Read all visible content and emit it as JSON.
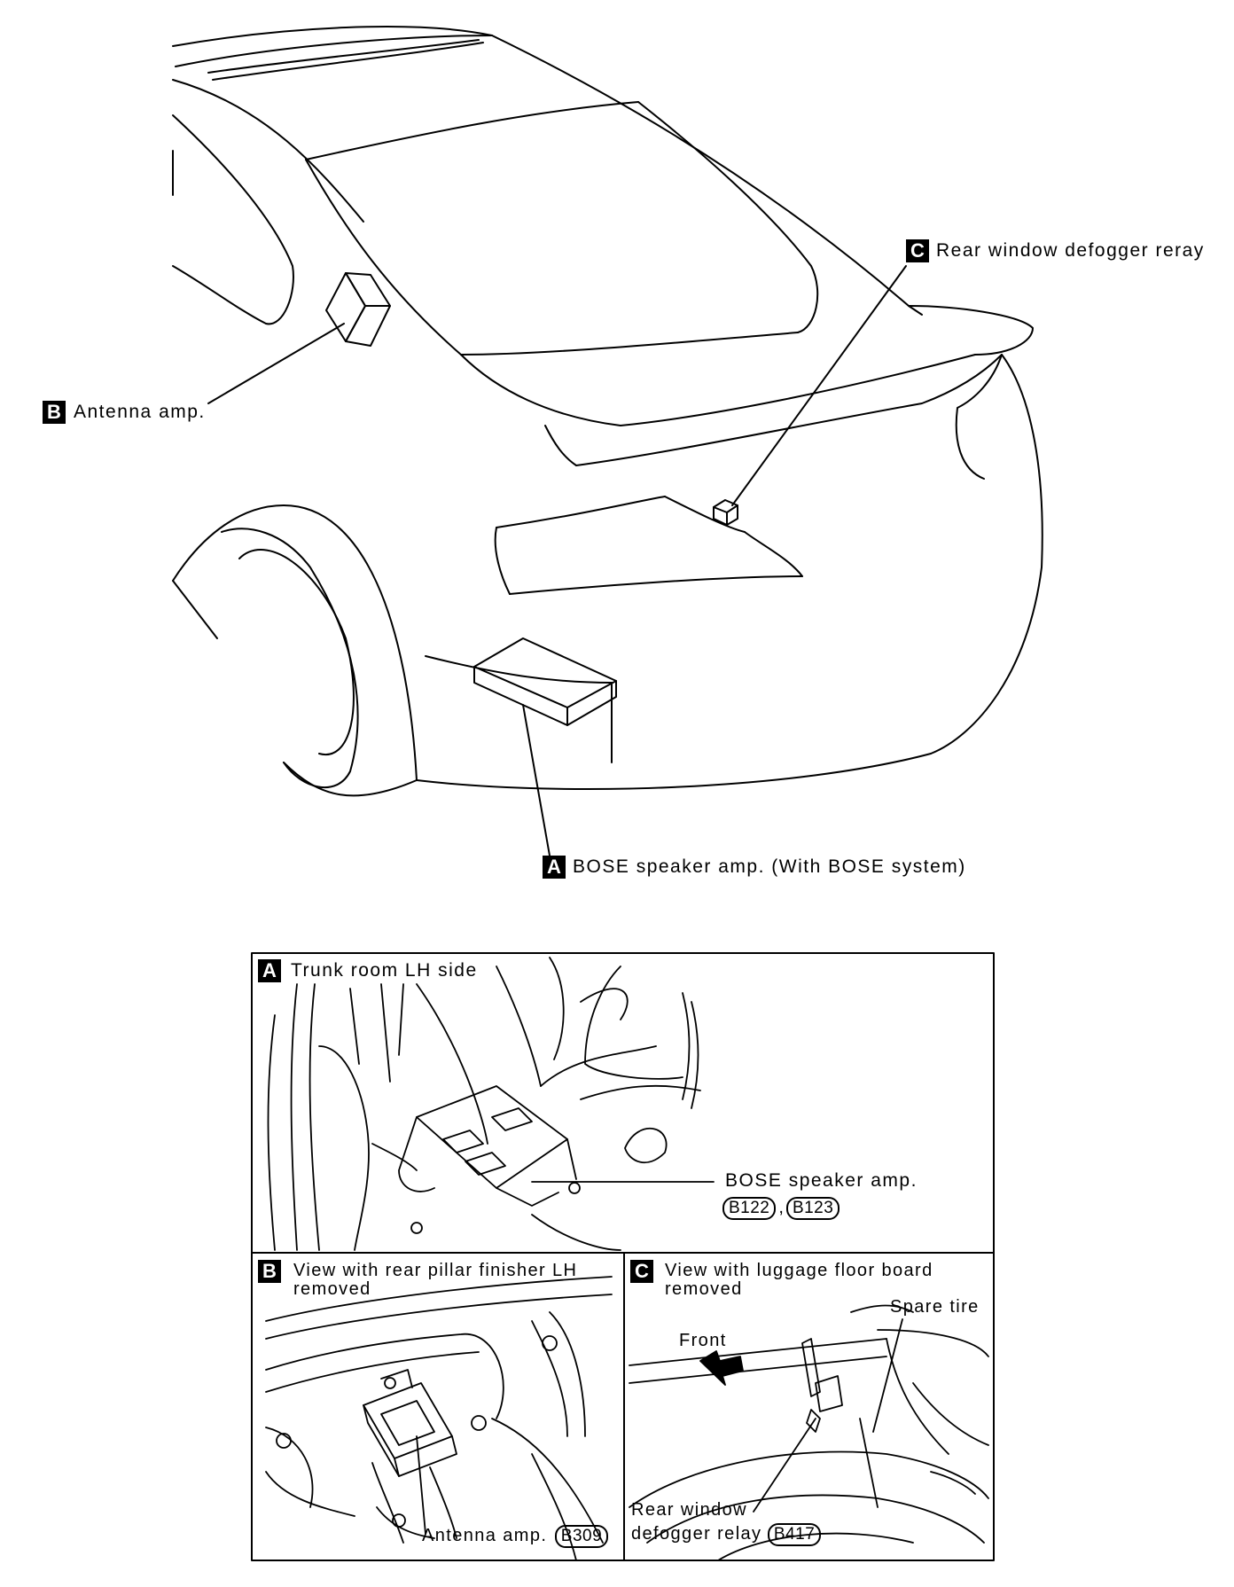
{
  "main_view": {
    "callouts": [
      {
        "key": "A",
        "text": "BOSE speaker amp. (With BOSE system)"
      },
      {
        "key": "B",
        "text": "Antenna amp."
      },
      {
        "key": "C",
        "text": "Rear window defogger reray"
      }
    ]
  },
  "detail_a": {
    "key": "A",
    "title": "Trunk room LH side",
    "part_label": "BOSE speaker amp.",
    "connectors": [
      "B122",
      "B123"
    ],
    "separator": ","
  },
  "detail_b": {
    "key": "B",
    "title_line1": "View with rear pillar finisher LH",
    "title_line2": "removed",
    "part_label": "Antenna amp.",
    "connector": "B309"
  },
  "detail_c": {
    "key": "C",
    "title_line1": "View with luggage floor board",
    "title_line2": "removed",
    "front_label": "Front",
    "spare_label": "Spare tire",
    "part_line1": "Rear window",
    "part_line2": "defogger relay",
    "connector": "B417"
  }
}
